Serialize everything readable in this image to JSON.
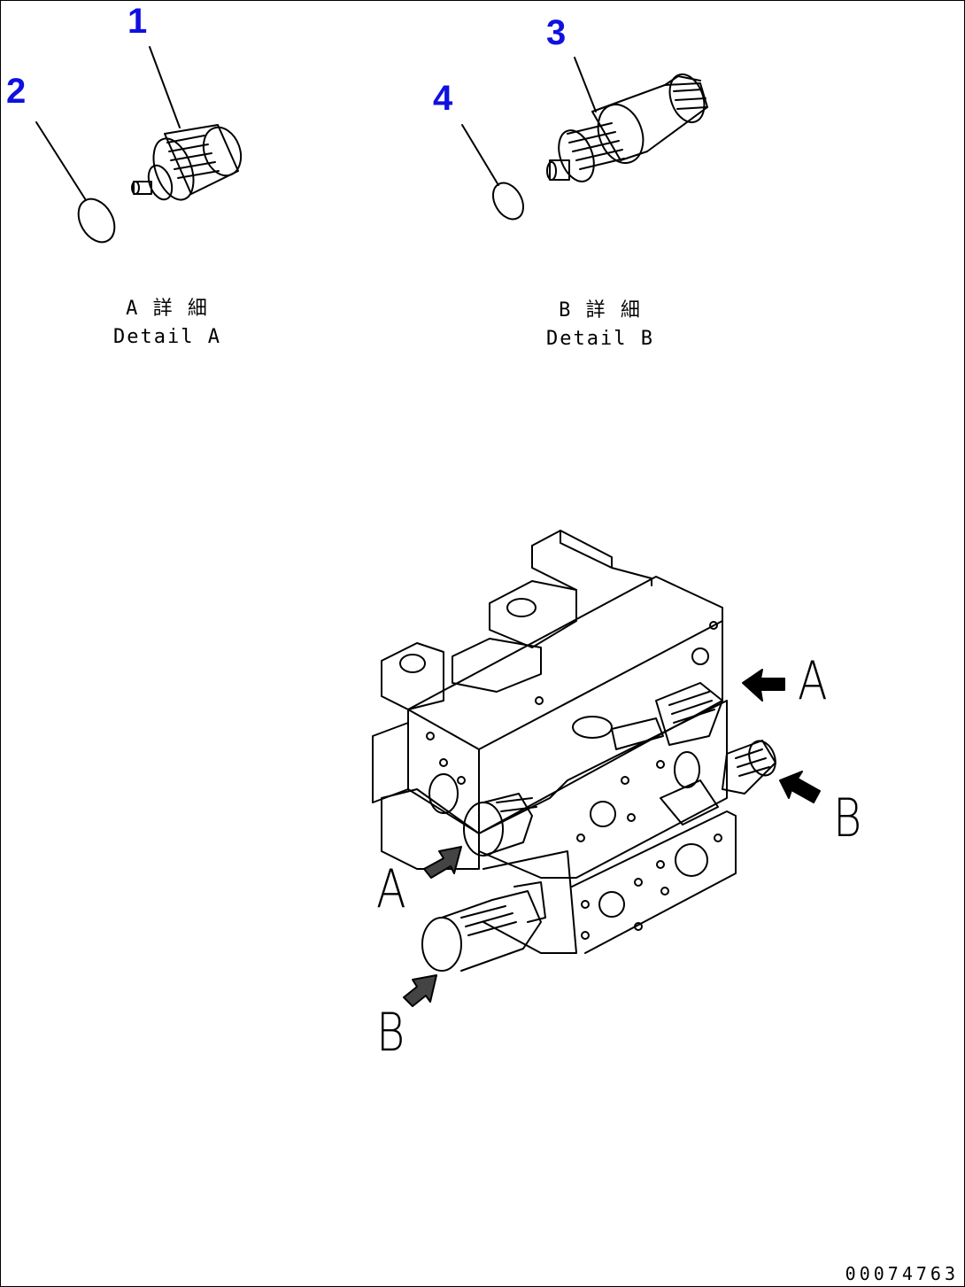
{
  "colors": {
    "callout": "#1010e0",
    "line": "#000000"
  },
  "callouts": [
    {
      "id": "1",
      "label": "1"
    },
    {
      "id": "2",
      "label": "2"
    },
    {
      "id": "3",
      "label": "3"
    },
    {
      "id": "4",
      "label": "4"
    }
  ],
  "details": [
    {
      "jp": "A 詳 細",
      "en": "Detail A"
    },
    {
      "jp": "B 詳 細",
      "en": "Detail B"
    }
  ],
  "view_markers": {
    "a_right": "A",
    "b_right": "B",
    "a_left": "A",
    "b_left": "B"
  },
  "drawing_code": "00074763"
}
